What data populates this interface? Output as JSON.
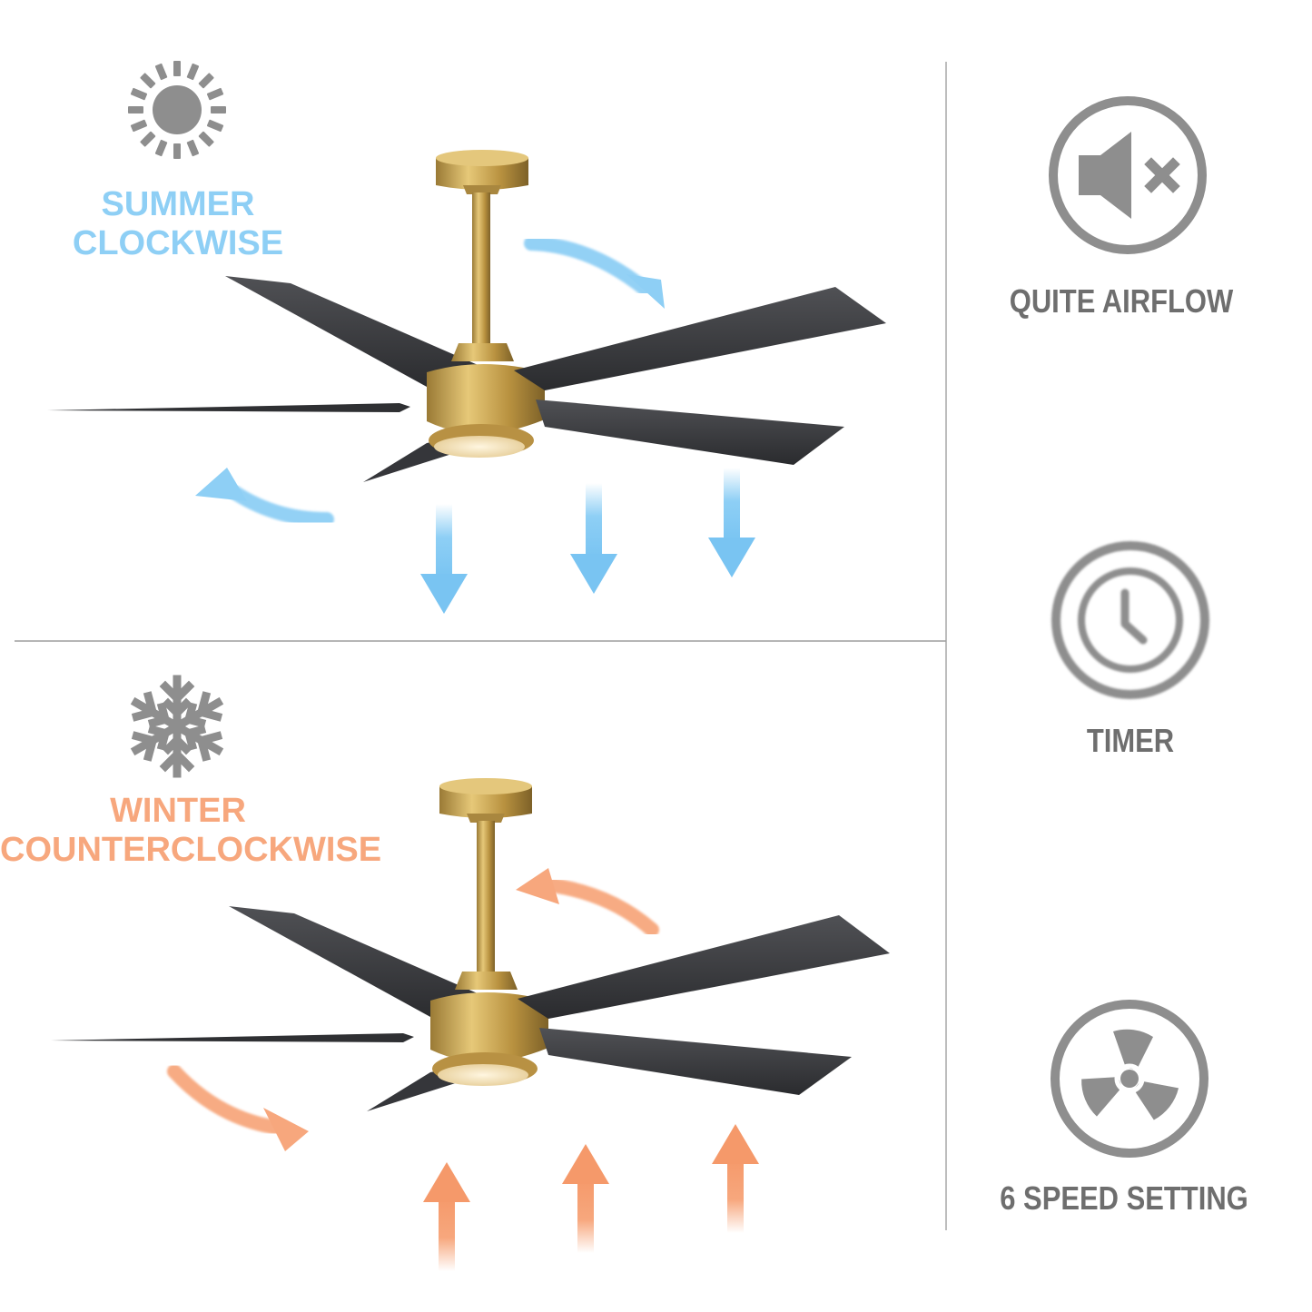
{
  "colors": {
    "summer": "#8ecff5",
    "winter": "#f7a77d",
    "gray": "#8e8e8e",
    "blade": "#3b3c3f",
    "brass": "#c8a253",
    "divider": "#bdbdbd"
  },
  "modes": {
    "summer": {
      "line1": "SUMMER",
      "line2": "CLOCKWISE",
      "icon": "sun-icon"
    },
    "winter": {
      "line1": "WINTER",
      "line2": "COUNTERCLOCKWISE",
      "icon": "snowflake-icon"
    }
  },
  "features": [
    {
      "label": "QUITE AIRFLOW",
      "icon": "mute-speaker-icon"
    },
    {
      "label": "TIMER",
      "icon": "clock-icon"
    },
    {
      "label": "6 SPEED SETTING",
      "icon": "fan-blades-icon"
    }
  ]
}
